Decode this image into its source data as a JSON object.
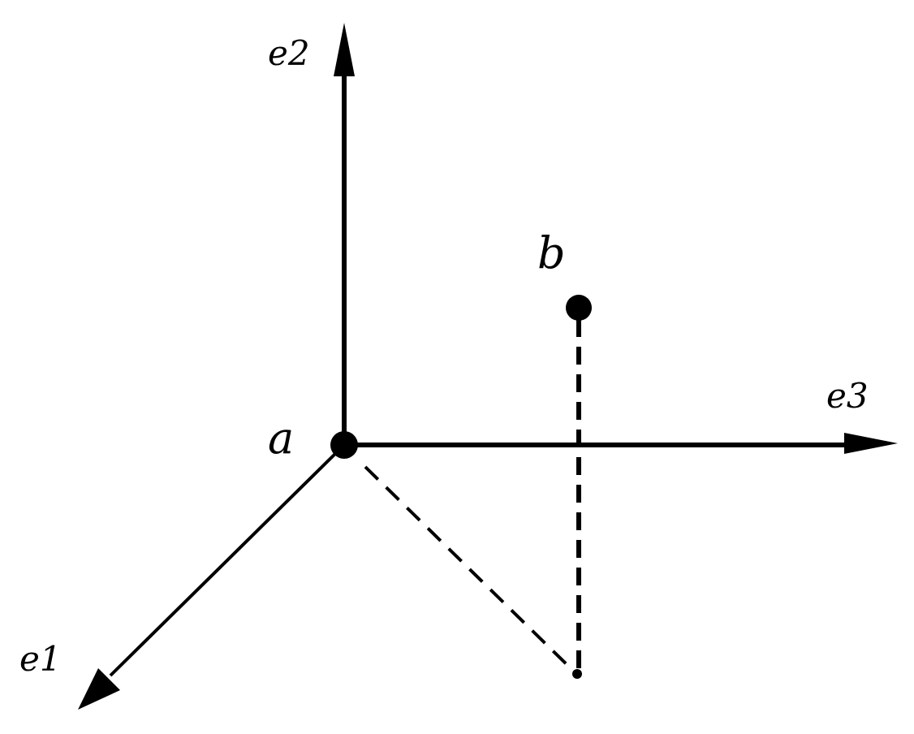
{
  "diagram": {
    "labels": {
      "origin": "a",
      "point": "b",
      "axis1": "e1",
      "axis2": "e2",
      "axis3": "e3"
    },
    "colors": {
      "stroke": "#000000",
      "background": "#ffffff"
    }
  }
}
